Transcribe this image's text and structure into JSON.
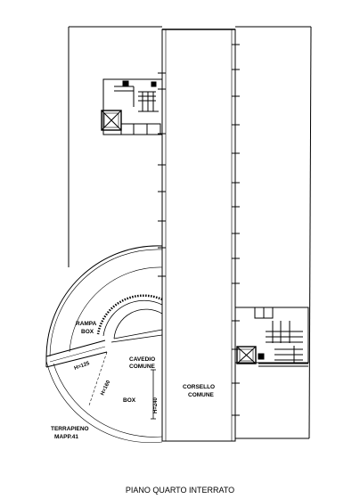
{
  "drawing": {
    "caption": "PIANO QUARTO INTERRATO",
    "labels": {
      "rampa_line1": "RAMPA",
      "rampa_line2": "BOX",
      "cavedio_line1": "CAVEDIO",
      "cavedio_line2": "COMUNE",
      "corsello_line1": "CORSELLO",
      "corsello_line2": "COMUNE",
      "box": "BOX",
      "terrapieno_line1": "TERRAPIENO",
      "terrapieno_line2": "MAPP.41"
    },
    "dimensions": {
      "ramp_width": "H=125",
      "radius": "H=160",
      "height_box": "H=240"
    }
  }
}
